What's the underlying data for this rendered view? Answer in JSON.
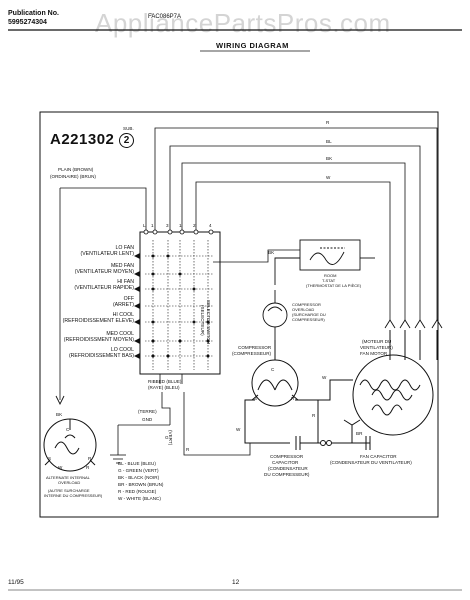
{
  "header": {
    "publication_label": "Publication No.",
    "publication_number": "5995274304",
    "model": "FAC086P7A",
    "watermark": "AppliancePartsPros.com",
    "section_title": "WIRING DIAGRAM"
  },
  "diagram": {
    "model_id": "A221302",
    "sub_label": "SUB.",
    "sub_number": "2",
    "plain_label": "PLAIN     (BROWN)",
    "plain_label_fr": "(ORDINAIRE)  (BRUN)",
    "switch_terminals": [
      "L",
      "1",
      "3",
      "1",
      "2",
      "4"
    ],
    "modes": [
      {
        "en": "LO FAN",
        "fr": "(VENTILATEUR LENT)"
      },
      {
        "en": "MED FAN",
        "fr": "(VENTILATEUR MOYEN)"
      },
      {
        "en": "HI FAN",
        "fr": "(VENTILATEUR RAPIDE)"
      },
      {
        "en": "OFF",
        "fr": "(ARRET)"
      },
      {
        "en": "HI COOL",
        "fr": "(REFROIDISSEMENT ELEVE)"
      },
      {
        "en": "MED COOL",
        "fr": "(REFROIDISSMENT MOYEN)"
      },
      {
        "en": "LO COOL",
        "fr": "(REFROIDISSEMENT BAS)"
      }
    ],
    "selector_switch": "SELECTOR SWITCH",
    "selector_switch_fr": "(SELECTEUR)",
    "wire_top": [
      "R",
      "BL",
      "BK",
      "W"
    ],
    "thermostat_label": "ROOM",
    "thermostat_label_2": "T-STAT",
    "thermostat_fr": "(THERMOSTAT DE LA PIÈCE)",
    "overload_label": "COMPRESSOR",
    "overload_label_2": "OVERLOAD",
    "overload_fr": "(SURCHARGE DU",
    "overload_fr_2": "COMPRESSEUR)",
    "compressor_label": "COMPRESSOR",
    "compressor_fr": "(COMPRESSEUR)",
    "fan_motor_fr": "(MOTEUR DU",
    "fan_motor_fr_2": "VENTILATEUR)",
    "fan_motor": "FAN MOTOR",
    "ribbed_label": "RIBBED    (BLUE)",
    "ribbed_label_fr": "(RAYE)     (BLEU)",
    "terre_label": "(TERRE)",
    "gnd_label": "GND",
    "vert_label": "(VERT)",
    "terminal_letters": {
      "c": "C",
      "s": "S",
      "r": "R"
    },
    "wire_labels": {
      "bk": "BK",
      "w": "W",
      "r": "R",
      "br": "BR",
      "g": "G"
    },
    "legend": [
      "BL - BLUE (BLEU)",
      "G - GREEN (VERT)",
      "BK - BLACK (NOIR)",
      "BR - BROWN (BRUN)",
      "R - RED (ROUGE)",
      "W - WHITE (BLANC)"
    ],
    "compressor_capacitor": "COMPRESSOR",
    "compressor_capacitor_2": "CAPACITOR",
    "compressor_capacitor_fr": "(CONDENSATEUR",
    "compressor_capacitor_fr_2": "DU COMPRESSEUR)",
    "fan_capacitor": "FAN CAPACITOR",
    "fan_capacitor_fr": "(CONDENSATEUR DU VENTILATEUR)",
    "internal_overload": "ALTERNATE INTERNAL",
    "internal_overload_2": "OVERLOAD",
    "internal_overload_fr": "(AUTRE SURCHARGE",
    "internal_overload_fr_2": "INTERNE DU COMPRESSEUR)"
  },
  "footer": {
    "date": "11/95",
    "page": "12"
  }
}
